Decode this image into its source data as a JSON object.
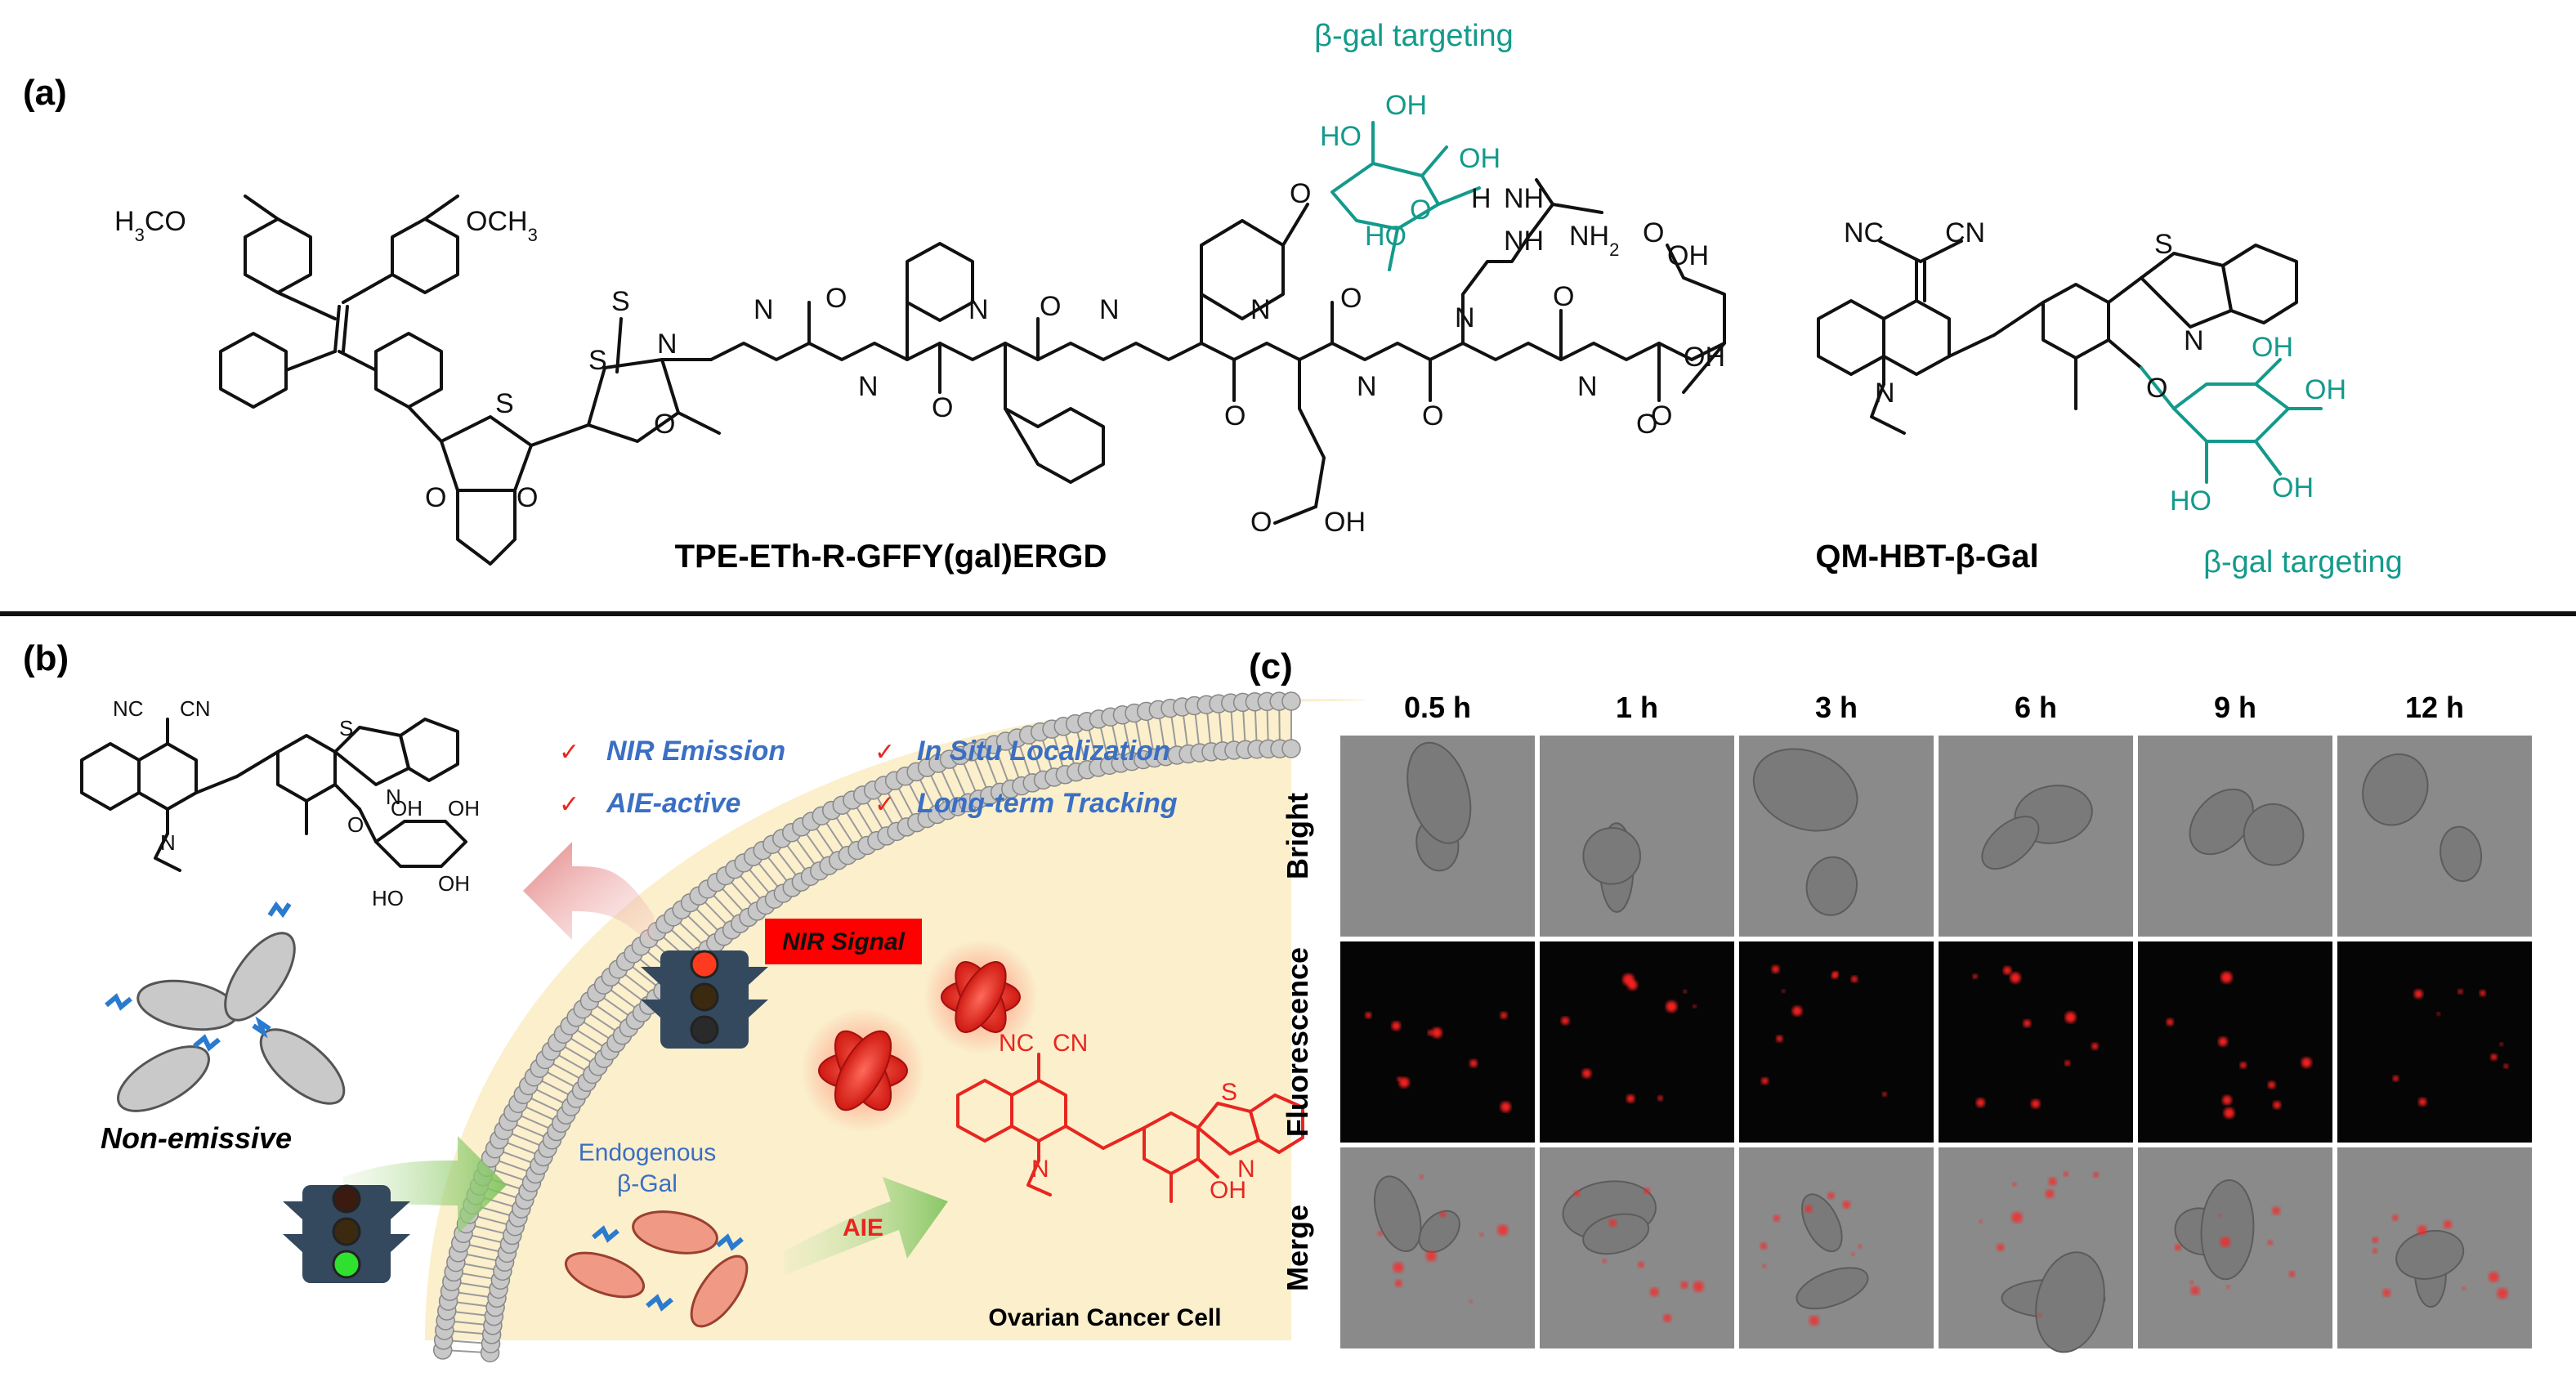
{
  "colors": {
    "teal": "#139a8b",
    "red": "#e8261f",
    "blue_label": "#3a6fc4",
    "membrane_fill": "#fbefcc",
    "lipid_head": "#c8c8c8",
    "micro_bright": "#8a8a8a",
    "micro_dark": "#050505"
  },
  "panel_a": {
    "label": "(a)",
    "compound1": {
      "name": "TPE-ETh-R-GFFY(gal)ERGD",
      "groups": [
        "H3CO",
        "OCH3",
        "S",
        "N",
        "O",
        "H",
        "NH",
        "OH",
        "HO",
        "NH2"
      ]
    },
    "compound2": {
      "name": "QM-HBT-β-Gal",
      "groups": [
        "NC",
        "CN",
        "N",
        "S",
        "O",
        "OH",
        "HO"
      ]
    },
    "targeting_label": "β-gal targeting"
  },
  "panel_b": {
    "label": "(b)",
    "features": [
      "NIR Emission",
      "AIE-active",
      "In Situ Localization",
      "Long-term Tracking"
    ],
    "nir_signal": "NIR Signal",
    "non_emissive": "Non-emissive",
    "endogenous_line1": "Endogenous",
    "endogenous_line2": "β-Gal",
    "aie": "AIE",
    "cell_label": "Ovarian Cancer Cell",
    "probe_groups": [
      "NC",
      "CN",
      "N",
      "S",
      "O",
      "OH",
      "HO"
    ],
    "product_groups": [
      "NC",
      "CN",
      "N",
      "S",
      "OH"
    ]
  },
  "panel_c": {
    "label": "(c)",
    "timepoints": [
      "0.5 h",
      "1 h",
      "3 h",
      "6 h",
      "9 h",
      "12 h"
    ],
    "rows": [
      "Bright",
      "Fluorescence",
      "Merge"
    ]
  }
}
